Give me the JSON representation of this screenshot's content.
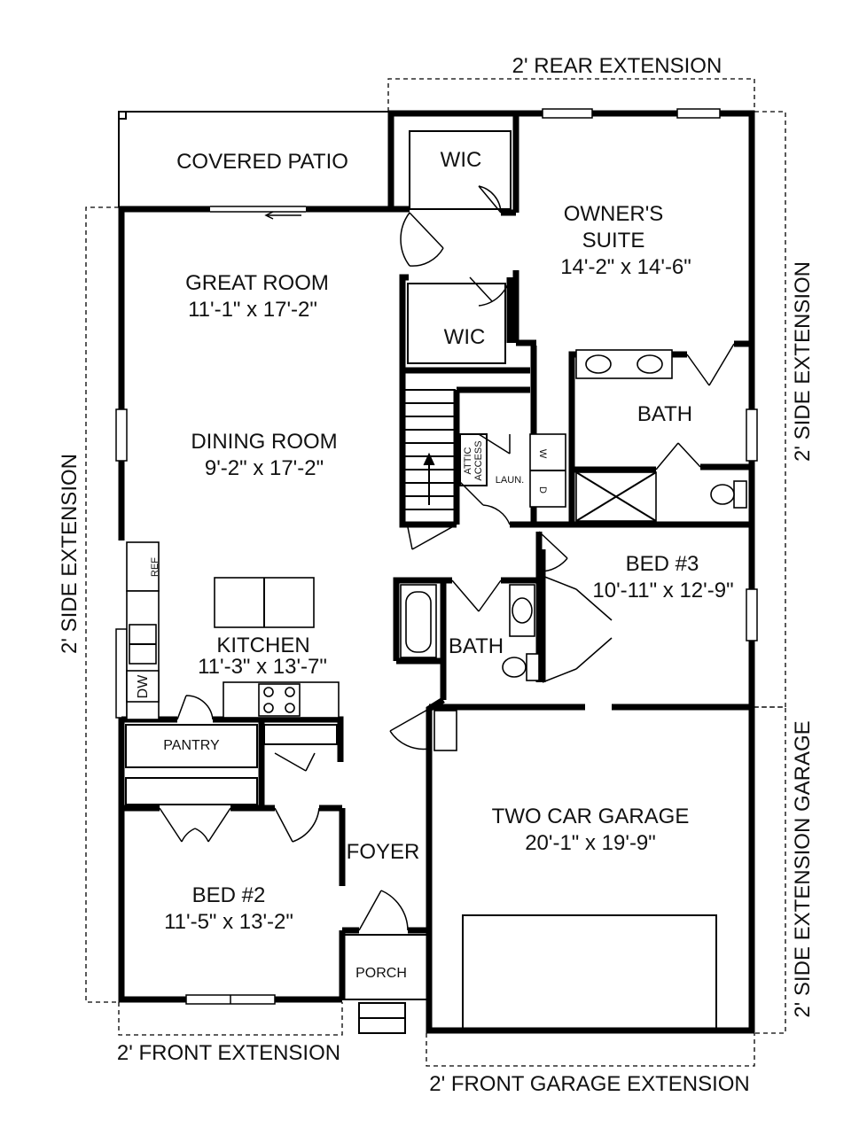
{
  "extensions": {
    "rear": "2' REAR EXTENSION",
    "side_left": "2' SIDE EXTENSION",
    "side_right": "2' SIDE EXTENSION",
    "side_garage": "2' SIDE EXTENSION GARAGE",
    "front": "2' FRONT EXTENSION",
    "front_garage": "2' FRONT GARAGE EXTENSION"
  },
  "rooms": {
    "covered_patio": "COVERED PATIO",
    "wic_upper": "WIC",
    "owners_suite_name1": "OWNER'S",
    "owners_suite_name2": "SUITE",
    "owners_suite_size": "14'-2\" x 14'-6\"",
    "great_room_name": "GREAT ROOM",
    "great_room_size": "11'-1\" x 17'-2\"",
    "wic_lower": "WIC",
    "bath_owner": "BATH",
    "dining_name": "DINING ROOM",
    "dining_size": "9'-2\" x 17'-2\"",
    "attic1": "ATTIC",
    "attic2": "ACCESS",
    "laundry": "LAUN.",
    "washer": "W",
    "dryer": "D",
    "bed3_name": "BED #3",
    "bed3_size": "10'-11\" x 12'-9\"",
    "ref": "REF",
    "kitchen_name": "KITCHEN",
    "kitchen_size": "11'-3\" x 13'-7\"",
    "dw": "DW",
    "bath_hall": "BATH",
    "pantry": "PANTRY",
    "garage_name": "TWO CAR GARAGE",
    "garage_size": "20'-1\" x 19'-9\"",
    "foyer": "FOYER",
    "bed2_name": "BED #2",
    "bed2_size": "11'-5\" x 13'-2\"",
    "porch": "PORCH"
  }
}
